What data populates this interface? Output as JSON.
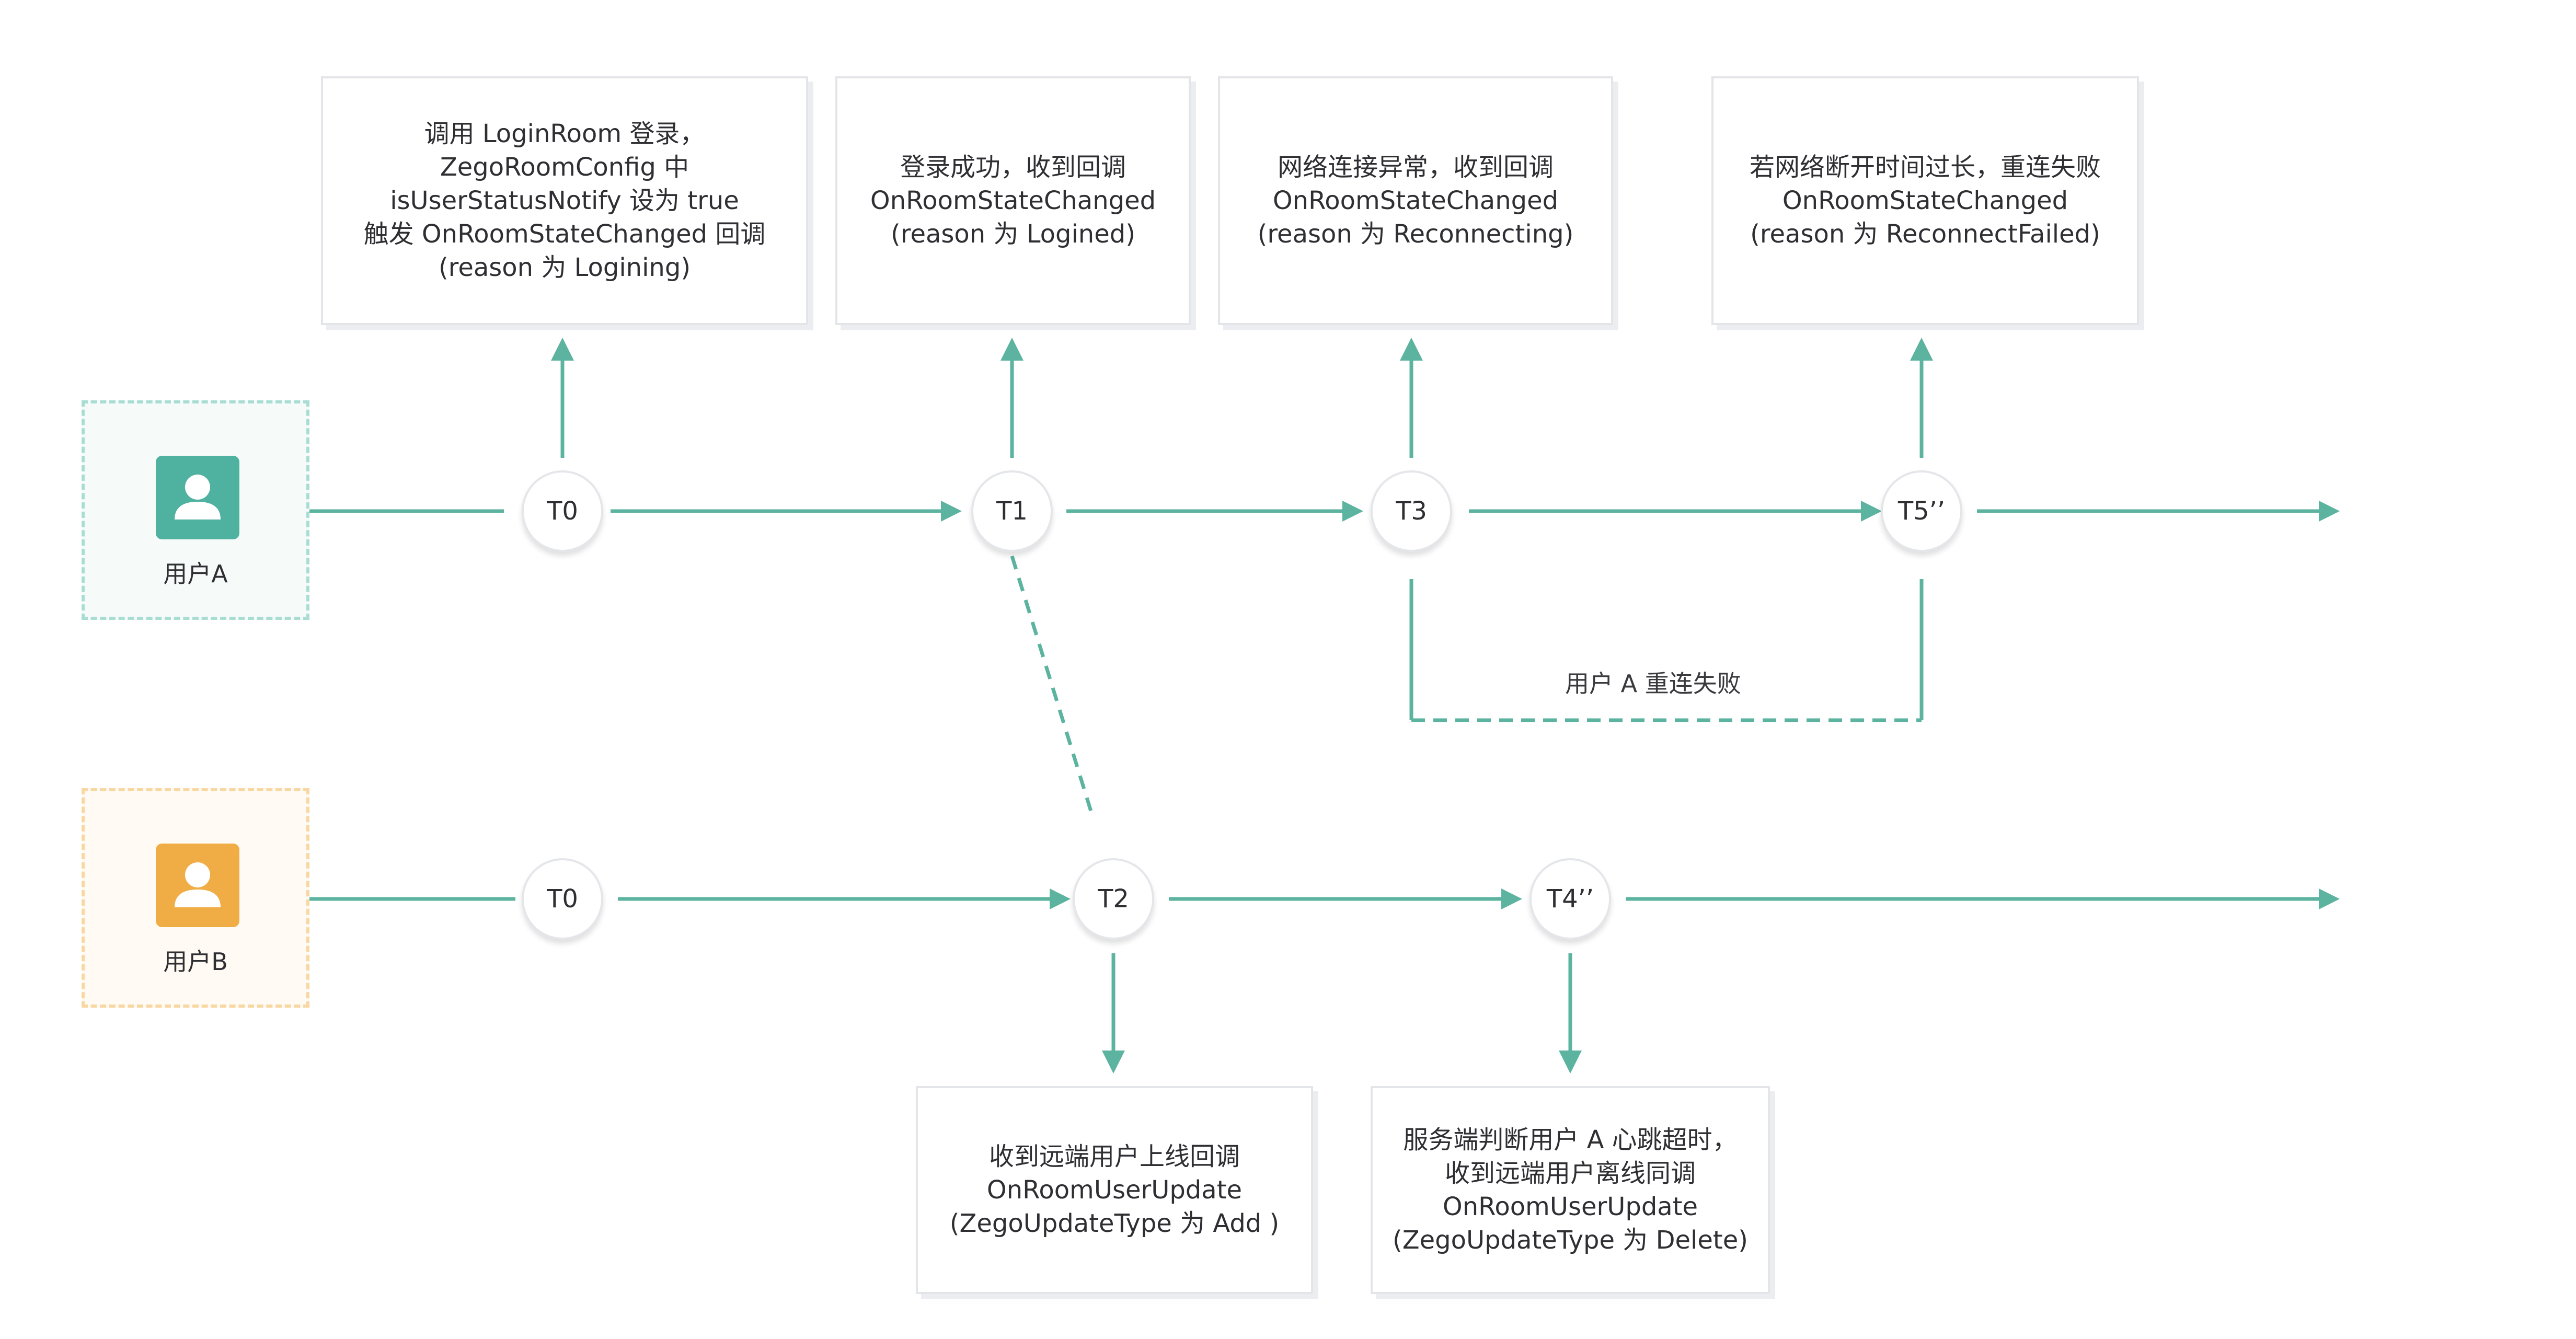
{
  "colors": {
    "line": "#5cb39f",
    "user_a": "#4fb19f",
    "user_b": "#f0ad45",
    "user_a_border": "#a9ddd3",
    "user_b_border": "#f8d7a3"
  },
  "users": {
    "a": {
      "label": "用户A",
      "icon": "user-icon"
    },
    "b": {
      "label": "用户B",
      "icon": "user-icon"
    }
  },
  "nodes": {
    "a_t0": "T0",
    "a_t1": "T1",
    "a_t3": "T3",
    "a_t5": "T5’’",
    "b_t0": "T0",
    "b_t2": "T2",
    "b_t4": "T4’’"
  },
  "callouts": {
    "t0": "调用 LoginRoom 登录，\nZegoRoomConfig 中\nisUserStatusNotify 设为 true\n触发 OnRoomStateChanged 回调\n(reason 为 Logining)",
    "t1": "登录成功，收到回调\nOnRoomStateChanged\n(reason 为 Logined)",
    "t3": "网络连接异常，收到回调\nOnRoomStateChanged\n(reason 为 Reconnecting)",
    "t5": "若网络断开时间过长，重连失败\nOnRoomStateChanged\n(reason 为 ReconnectFailed)",
    "t2": "收到远端用户上线回调\nOnRoomUserUpdate\n(ZegoUpdateType 为 Add )",
    "t4": "服务端判断用户 A 心跳超时，\n收到远端用户离线同调\nOnRoomUserUpdate\n(ZegoUpdateType 为 Delete)"
  },
  "reconnect_label": "用户 A 重连失败"
}
